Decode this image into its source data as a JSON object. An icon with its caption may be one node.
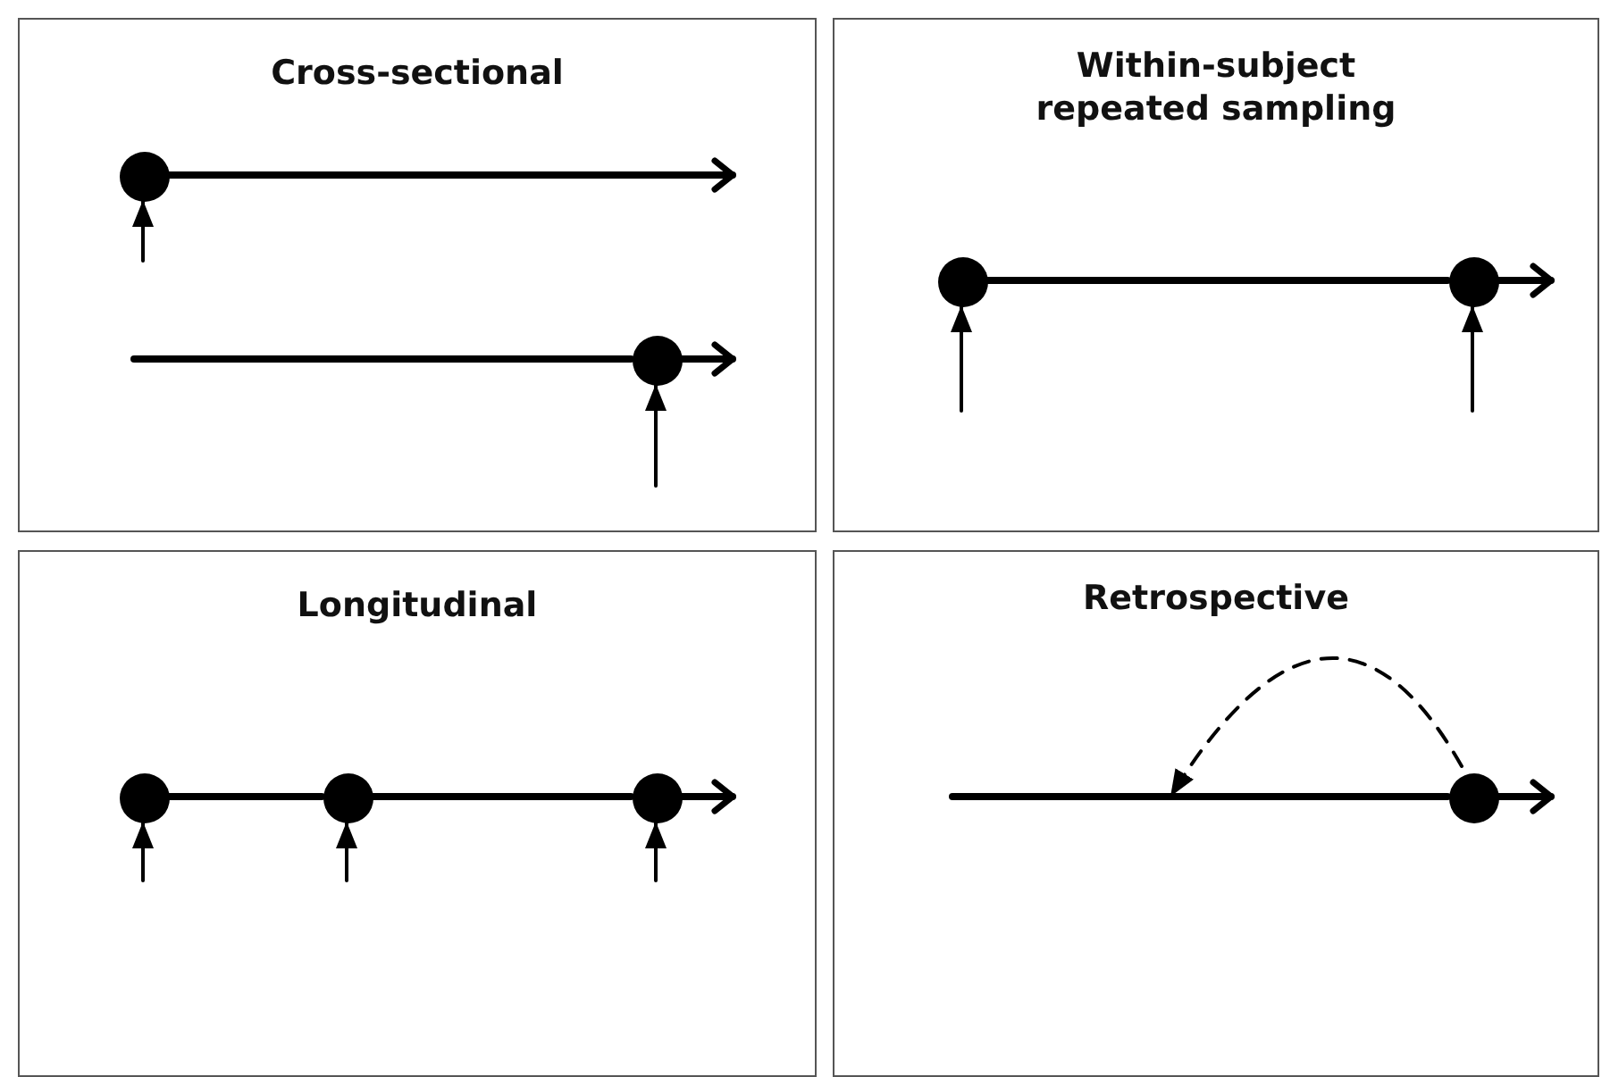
{
  "diagram": {
    "nodes": [
      {
        "text": [
          "Cross-sectional"
        ]
      },
      {
        "text": [],
        "shape": "circle",
        "in": 0
      },
      {
        "text": [],
        "shape": "circle",
        "in": 0
      },
      {
        "text": [
          "Within-subject repeated sampling"
        ]
      },
      {
        "text": [],
        "shape": "circle",
        "in": 3
      },
      {
        "text": [],
        "shape": "circle",
        "in": 3
      },
      {
        "text": [
          "Longitudinal"
        ]
      },
      {
        "text": [],
        "shape": "circle",
        "in": 6
      },
      {
        "text": [],
        "shape": "circle",
        "in": 6
      },
      {
        "text": [],
        "shape": "circle",
        "in": 6
      },
      {
        "text": [
          "Retrospective"
        ]
      },
      {
        "text": [],
        "shape": "circle",
        "in": 10
      }
    ],
    "edges": [
      {
        "from": 1,
        "to": null,
        "arrow": "to"
      },
      {
        "from": null,
        "to": 1,
        "arrow": "to"
      },
      {
        "from": null,
        "to": 2,
        "arrow": "none"
      },
      {
        "from": 2,
        "to": null,
        "arrow": "to"
      },
      {
        "from": null,
        "to": 2,
        "arrow": "to"
      },
      {
        "from": 4,
        "to": 5,
        "arrow": "none"
      },
      {
        "from": 5,
        "to": null,
        "arrow": "to"
      },
      {
        "from": null,
        "to": 4,
        "arrow": "to"
      },
      {
        "from": null,
        "to": 5,
        "arrow": "to"
      },
      {
        "from": 7,
        "to": 8,
        "arrow": "none"
      },
      {
        "from": 8,
        "to": 9,
        "arrow": "none"
      },
      {
        "from": 9,
        "to": null,
        "arrow": "to"
      },
      {
        "from": null,
        "to": 7,
        "arrow": "to"
      },
      {
        "from": null,
        "to": 8,
        "arrow": "to"
      },
      {
        "from": null,
        "to": 9,
        "arrow": "to"
      },
      {
        "from": null,
        "to": 11,
        "arrow": "none"
      },
      {
        "from": 11,
        "to": null,
        "arrow": "to"
      },
      {
        "from": 11,
        "to": null,
        "arrow": "to",
        "style": "dashed"
      }
    ]
  }
}
